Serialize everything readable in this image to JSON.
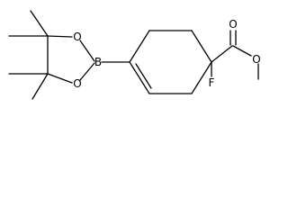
{
  "molecule": {
    "atoms": {
      "boron": "B",
      "oxygen_ring_upper": "O",
      "oxygen_ring_lower": "O",
      "oxygen_carbonyl": "O",
      "oxygen_ester": "O",
      "fluorine": "F"
    }
  }
}
